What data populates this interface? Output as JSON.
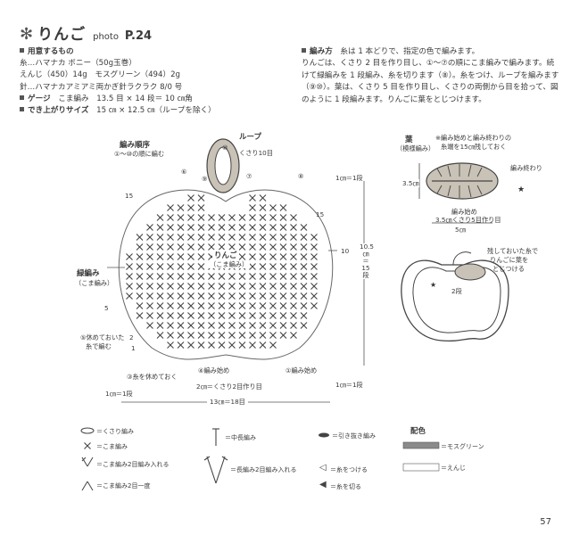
{
  "header": {
    "title": "りんご",
    "photo_label": "photo",
    "photo_page": "P.24"
  },
  "materials": {
    "heading": "用意するもの",
    "yarn": "糸…ハマナカ ボニー（50g玉巻）",
    "colors": "えんじ（450）14g　モスグリーン（494）2g",
    "needle": "針…ハマナカアミアミ両かぎ針ラクラク 8/0 号",
    "gauge_label": "ゲージ",
    "gauge": "こま編み　13.5 目 × 14 段＝ 10 ㎝角",
    "size_label": "でき上がりサイズ",
    "size": "15 ㎝ × 12.5 ㎝（ループを除く）"
  },
  "method": {
    "heading": "編み方",
    "lead": "糸は 1 本どりで、指定の色で編みます。",
    "body": "りんごは、くさり 2 目を作り目し、①～⑦の順にこま編みで編みます。続けて緑編みを 1 段編み、糸を切ります（⑧）。糸をつけ、ループを編みます（⑨⑩）。葉は、くさり 5 目を作り目し、くさりの両側から目を拾って、図のように 1 段編みます。りんごに葉をとじつけます。"
  },
  "diagram": {
    "order_title": "編み順序",
    "order_sub": "①～⑩の順に編む",
    "loop": "ループ",
    "chain10": "くさり10目",
    "body_label": "りんご",
    "body_sub": "（こま編み）",
    "edge_title": "緑編み",
    "edge_sub": "（こま編み）",
    "rest_yarn": "⑤休めておいた\n糸で編む",
    "rest_yarn_a": "⑤休めておいた",
    "rest_yarn_b": "糸で編む",
    "rest_label": "③糸を休めておく",
    "start4": "④編み始め",
    "start1": "①編み始め",
    "foundation": "2㎝＝くさり2目作り目",
    "width": "13㎝＝18目",
    "row1_top": "1㎝＝1段",
    "row1_right": "1㎝＝1段",
    "row1_left": "1㎝＝1段",
    "height_a": "10.5",
    "height_b": "㎝",
    "height_c": "＝",
    "height_d": "15",
    "height_e": "段",
    "row15_left": "15",
    "row15_right": "15",
    "row10": "10",
    "row5": "5",
    "row2": "2",
    "row1": "1",
    "circled": [
      "①",
      "②",
      "③",
      "④",
      "⑤",
      "⑥",
      "⑦",
      "⑧",
      "⑨",
      "⑩"
    ]
  },
  "leaf": {
    "title": "葉",
    "sub": "（模様編み）",
    "note_a": "※編み始めと編み終わりの",
    "note_b": "糸端を15㎝残しておく",
    "end": "編み終わり",
    "start": "編み始め",
    "chain": "3.5㎝くさり5目作り目",
    "height": "3.5㎝",
    "width": "5㎝"
  },
  "assembly": {
    "note_a": "残しておいた糸で",
    "note_b": "りんごに葉を",
    "note_c": "とじつける",
    "row": "2段"
  },
  "legend": {
    "chain": "＝くさり編み",
    "sc": "＝こま編み",
    "sc2inc": "＝こま編み2目編み入れる",
    "sc2tog": "＝こま編み2目一度",
    "hdc": "＝中長編み",
    "dc2inc": "＝長編み2目編み入れる",
    "slip": "＝引き抜き編み",
    "join": "＝糸をつける",
    "cut": "＝糸を切る"
  },
  "colors_key": {
    "title": "配色",
    "green": "＝モスグリーン",
    "red": "＝えんじ",
    "green_hex": "#8a8a8a",
    "red_hex": "#ffffff"
  },
  "page_number": "57"
}
